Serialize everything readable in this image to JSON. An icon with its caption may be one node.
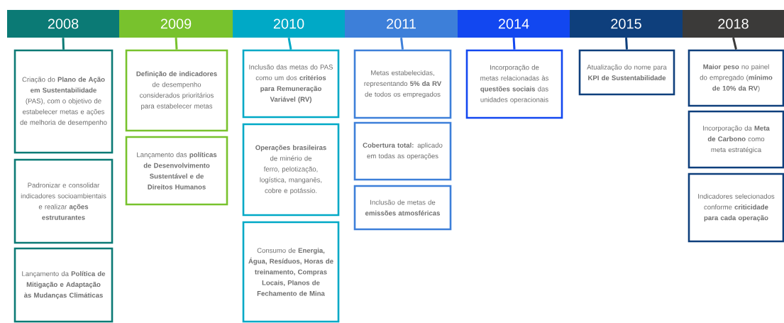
{
  "diagram": {
    "nodes": [
      {
        "text": [
          "2008"
        ]
      },
      {
        "text": [
          "Criação do **Plano de Ação em Sustentabilidade** (PAS), com o objetivo de estabelecer metas e ações de melhoria de desempenho"
        ]
      },
      {
        "text": [
          "Padronizar e consolidar indicadores socioambientais e realizar **ações estruturantes**"
        ]
      },
      {
        "text": [
          "Lançamento da **Política de Mitigação e Adaptação às Mudanças Climáticas**"
        ]
      },
      {
        "text": [
          "2009"
        ]
      },
      {
        "text": [
          "**Definição de indicadores** de desempenho considerados prioritários para estabelecer metas"
        ]
      },
      {
        "text": [
          "Lançamento das **políticas de Desenvolvimento Sustentável e de Direitos Humanos**"
        ]
      },
      {
        "text": [
          "2010"
        ]
      },
      {
        "text": [
          "Inclusão das metas do PAS como um dos **critérios para Remuneração Variável (RV)**"
        ]
      },
      {
        "text": [
          "**Operações brasileiras** de minério de ferro, pelotização, logística, manganês, cobre e potássio."
        ]
      },
      {
        "text": [
          "Consumo de **Energia, Água, Resíduos, Horas de treinamento, Compras Locais, Planos de Fechamento de Mina**"
        ]
      },
      {
        "text": [
          "2011"
        ]
      },
      {
        "text": [
          "Metas estabelecidas, representando **5% da RV** de todos os empregados"
        ]
      },
      {
        "text": [
          "**Cobertura total:** aplicado em todas as operações"
        ]
      },
      {
        "text": [
          "Inclusão de metas de **emissões atmosféricas**"
        ]
      },
      {
        "text": [
          "2014"
        ]
      },
      {
        "text": [
          "Incorporação de metas relacionadas às **questões sociais** das unidades operacionais"
        ]
      },
      {
        "text": [
          "2015"
        ]
      },
      {
        "text": [
          "Atualização do nome para **KPI de Sustentabilidade**"
        ]
      },
      {
        "text": [
          "2018"
        ]
      },
      {
        "text": [
          "**Maior peso** no painel do empregado (**mínimo de 10% da RV**)"
        ]
      },
      {
        "text": [
          "Incorporação da **Meta de Carbono** como meta estratégica"
        ]
      },
      {
        "text": [
          "Indicadores selecionados conforme **criticidade para cada operação**"
        ]
      }
    ],
    "edges": [
      {
        "from": 0,
        "to": 1,
        "arrow": "none",
        "color": "#0b7a75"
      },
      {
        "from": 4,
        "to": 5,
        "arrow": "none",
        "color": "#78c22d"
      },
      {
        "from": 7,
        "to": 8,
        "arrow": "none",
        "color": "#00a9c6"
      },
      {
        "from": 11,
        "to": 12,
        "arrow": "none",
        "color": "#3d7fd9"
      },
      {
        "from": 15,
        "to": 16,
        "arrow": "none",
        "color": "#1247f0"
      },
      {
        "from": 17,
        "to": 18,
        "arrow": "none",
        "color": "#0e3f7c"
      },
      {
        "from": 19,
        "to": 20,
        "arrow": "none",
        "color": "#3b3a39"
      }
    ]
  }
}
